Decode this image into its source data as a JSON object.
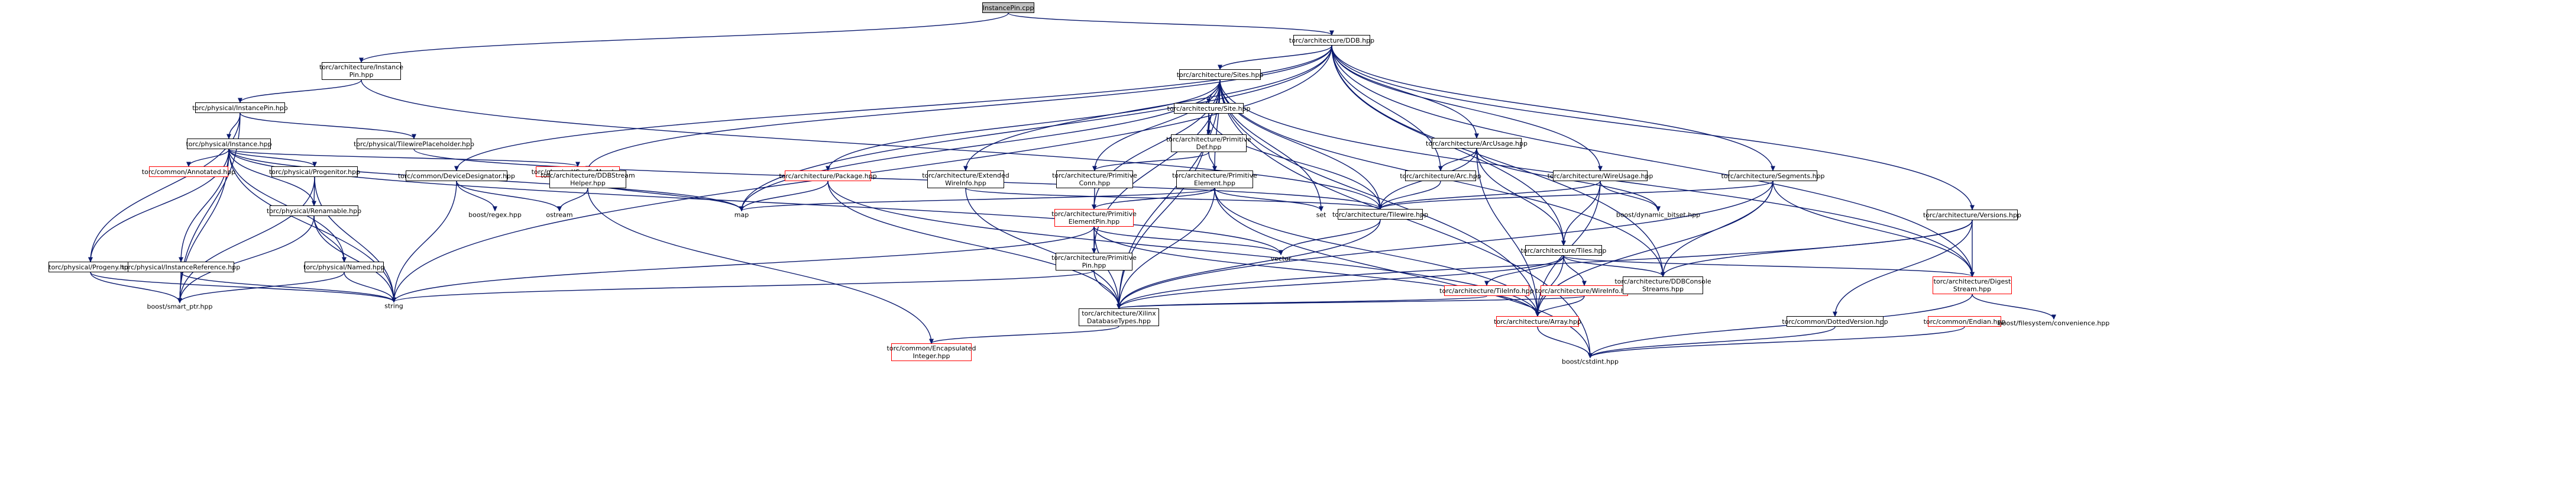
{
  "graph": {
    "root": "InstancePin.cpp",
    "nodes": [
      {
        "id": "instancepin_cpp",
        "label": "InstancePin.cpp",
        "style": "root"
      },
      {
        "id": "ddb_hpp",
        "label": "torc/architecture/DDB.hpp",
        "style": "normal"
      },
      {
        "id": "arch_instancepin_hpp",
        "label": "torc/architecture/Instance\nPin.hpp",
        "style": "normal"
      },
      {
        "id": "sites_hpp",
        "label": "torc/architecture/Sites.hpp",
        "style": "normal"
      },
      {
        "id": "phys_instancepin_hpp",
        "label": "torc/physical/InstancePin.hpp",
        "style": "normal"
      },
      {
        "id": "site_hpp",
        "label": "torc/architecture/Site.hpp",
        "style": "normal"
      },
      {
        "id": "instance_hpp",
        "label": "torc/physical/Instance.hpp",
        "style": "normal"
      },
      {
        "id": "tilewireplaceholder_hpp",
        "label": "torc/physical/TilewirePlaceholder.hpp",
        "style": "normal"
      },
      {
        "id": "primdef_hpp",
        "label": "torc/architecture/Primitive\nDef.hpp",
        "style": "normal"
      },
      {
        "id": "arcusage_hpp",
        "label": "torc/architecture/ArcUsage.hpp",
        "style": "normal"
      },
      {
        "id": "annotated_hpp",
        "label": "torc/common/Annotated.hpp",
        "style": "red"
      },
      {
        "id": "progenitor_hpp",
        "label": "torc/physical/Progenitor.hpp",
        "style": "normal"
      },
      {
        "id": "configmap_hpp",
        "label": "torc/physical/ConfigMap.hpp",
        "style": "red"
      },
      {
        "id": "devicedesignator_hpp",
        "label": "torc/common/DeviceDesignator.hpp",
        "style": "normal"
      },
      {
        "id": "ddbstreamhelper_hpp",
        "label": "torc/architecture/DDBStream\nHelper.hpp",
        "style": "normal"
      },
      {
        "id": "package_hpp",
        "label": "torc/architecture/Package.hpp",
        "style": "red"
      },
      {
        "id": "extwireinfo_hpp",
        "label": "torc/architecture/Extended\nWireInfo.hpp",
        "style": "normal"
      },
      {
        "id": "primconn_hpp",
        "label": "torc/architecture/Primitive\nConn.hpp",
        "style": "normal"
      },
      {
        "id": "primelement_hpp",
        "label": "torc/architecture/Primitive\nElement.hpp",
        "style": "normal"
      },
      {
        "id": "arc_hpp",
        "label": "torc/architecture/Arc.hpp",
        "style": "normal"
      },
      {
        "id": "wireusage_hpp",
        "label": "torc/architecture/WireUsage.hpp",
        "style": "normal"
      },
      {
        "id": "segments_hpp",
        "label": "torc/architecture/Segments.hpp",
        "style": "normal"
      },
      {
        "id": "versions_hpp",
        "label": "torc/architecture/Versions.hpp",
        "style": "normal"
      },
      {
        "id": "renamable_hpp",
        "label": "torc/physical/Renamable.hpp",
        "style": "normal"
      },
      {
        "id": "primelementpin_hpp",
        "label": "torc/architecture/Primitive\nElementPin.hpp",
        "style": "red"
      },
      {
        "id": "tilewire_hpp",
        "label": "torc/architecture/Tilewire.hpp",
        "style": "normal"
      },
      {
        "id": "tiles_hpp",
        "label": "torc/architecture/Tiles.hpp",
        "style": "normal"
      },
      {
        "id": "progeny_hpp",
        "label": "torc/physical/Progeny.hpp",
        "style": "normal"
      },
      {
        "id": "instancereference_hpp",
        "label": "torc/physical/InstanceReference.hpp",
        "style": "normal"
      },
      {
        "id": "named_hpp",
        "label": "torc/physical/Named.hpp",
        "style": "normal"
      },
      {
        "id": "primpin_hpp",
        "label": "torc/architecture/Primitive\nPin.hpp",
        "style": "normal"
      },
      {
        "id": "tileinfo_hpp",
        "label": "torc/architecture/TileInfo.hpp",
        "style": "red"
      },
      {
        "id": "wireinfo_hpp",
        "label": "torc/architecture/WireInfo.hpp",
        "style": "red"
      },
      {
        "id": "ddbconsolestreams_hpp",
        "label": "torc/architecture/DDBConsole\nStreams.hpp",
        "style": "normal"
      },
      {
        "id": "digeststream_hpp",
        "label": "torc/architecture/Digest\nStream.hpp",
        "style": "red"
      },
      {
        "id": "xilinxdbtypes_hpp",
        "label": "torc/architecture/Xilinx\nDatabaseTypes.hpp",
        "style": "normal"
      },
      {
        "id": "array_hpp",
        "label": "torc/architecture/Array.hpp",
        "style": "red"
      },
      {
        "id": "dottedversion_hpp",
        "label": "torc/common/DottedVersion.hpp",
        "style": "normal"
      },
      {
        "id": "endian_hpp",
        "label": "torc/common/Endian.hpp",
        "style": "red"
      },
      {
        "id": "encapint_hpp",
        "label": "torc/common/Encapsulated\nInteger.hpp",
        "style": "red"
      },
      {
        "id": "map",
        "label": "map",
        "style": "plain"
      },
      {
        "id": "set",
        "label": "set",
        "style": "plain"
      },
      {
        "id": "vector",
        "label": "vector",
        "style": "plain"
      },
      {
        "id": "string",
        "label": "string",
        "style": "plain"
      },
      {
        "id": "ostream",
        "label": "ostream",
        "style": "plain"
      },
      {
        "id": "boost_regex",
        "label": "boost/regex.hpp",
        "style": "plain"
      },
      {
        "id": "boost_dynbitset",
        "label": "boost/dynamic_bitset.hpp",
        "style": "plain"
      },
      {
        "id": "boost_smartptr",
        "label": "boost/smart_ptr.hpp",
        "style": "plain"
      },
      {
        "id": "boost_cstdint",
        "label": "boost/cstdint.hpp",
        "style": "plain"
      },
      {
        "id": "boost_fsconv",
        "label": "boost/filesystem/convenience.hpp",
        "style": "plain"
      }
    ],
    "edges": [
      [
        "instancepin_cpp",
        "ddb_hpp"
      ],
      [
        "instancepin_cpp",
        "arch_instancepin_hpp"
      ],
      [
        "ddb_hpp",
        "sites_hpp"
      ],
      [
        "ddb_hpp",
        "devicedesignator_hpp"
      ],
      [
        "ddb_hpp",
        "ddbstreamhelper_hpp"
      ],
      [
        "ddb_hpp",
        "extwireinfo_hpp"
      ],
      [
        "ddb_hpp",
        "arcusage_hpp"
      ],
      [
        "ddb_hpp",
        "wireusage_hpp"
      ],
      [
        "ddb_hpp",
        "segments_hpp"
      ],
      [
        "ddb_hpp",
        "versions_hpp"
      ],
      [
        "ddb_hpp",
        "tiles_hpp"
      ],
      [
        "ddb_hpp",
        "arc_hpp"
      ],
      [
        "ddb_hpp",
        "ddbconsolestreams_hpp"
      ],
      [
        "ddb_hpp",
        "digeststream_hpp"
      ],
      [
        "ddb_hpp",
        "map"
      ],
      [
        "ddb_hpp",
        "string"
      ],
      [
        "arch_instancepin_hpp",
        "phys_instancepin_hpp"
      ],
      [
        "arch_instancepin_hpp",
        "tilewire_hpp"
      ],
      [
        "sites_hpp",
        "site_hpp"
      ],
      [
        "sites_hpp",
        "primdef_hpp"
      ],
      [
        "sites_hpp",
        "primconn_hpp"
      ],
      [
        "sites_hpp",
        "primelement_hpp"
      ],
      [
        "sites_hpp",
        "primelementpin_hpp"
      ],
      [
        "sites_hpp",
        "primpin_hpp"
      ],
      [
        "sites_hpp",
        "package_hpp"
      ],
      [
        "sites_hpp",
        "tilewire_hpp"
      ],
      [
        "sites_hpp",
        "xilinxdbtypes_hpp"
      ],
      [
        "sites_hpp",
        "array_hpp"
      ],
      [
        "sites_hpp",
        "ddbconsolestreams_hpp"
      ],
      [
        "sites_hpp",
        "digeststream_hpp"
      ],
      [
        "sites_hpp",
        "map"
      ],
      [
        "sites_hpp",
        "set"
      ],
      [
        "sites_hpp",
        "boost_cstdint"
      ],
      [
        "phys_instancepin_hpp",
        "instance_hpp"
      ],
      [
        "phys_instancepin_hpp",
        "tilewireplaceholder_hpp"
      ],
      [
        "phys_instancepin_hpp",
        "progeny_hpp"
      ],
      [
        "phys_instancepin_hpp",
        "boost_smartptr"
      ],
      [
        "site_hpp",
        "primdef_hpp"
      ],
      [
        "site_hpp",
        "tilewire_hpp"
      ],
      [
        "site_hpp",
        "xilinxdbtypes_hpp"
      ],
      [
        "instance_hpp",
        "annotated_hpp"
      ],
      [
        "instance_hpp",
        "progenitor_hpp"
      ],
      [
        "instance_hpp",
        "configmap_hpp"
      ],
      [
        "instance_hpp",
        "renamable_hpp"
      ],
      [
        "instance_hpp",
        "named_hpp"
      ],
      [
        "instance_hpp",
        "progeny_hpp"
      ],
      [
        "instance_hpp",
        "instancereference_hpp"
      ],
      [
        "instance_hpp",
        "map"
      ],
      [
        "instance_hpp",
        "vector"
      ],
      [
        "instance_hpp",
        "string"
      ],
      [
        "instance_hpp",
        "boost_smartptr"
      ],
      [
        "tilewireplaceholder_hpp",
        "tilewire_hpp"
      ],
      [
        "primdef_hpp",
        "primconn_hpp"
      ],
      [
        "primdef_hpp",
        "primelement_hpp"
      ],
      [
        "arcusage_hpp",
        "arc_hpp"
      ],
      [
        "arcusage_hpp",
        "tiles_hpp"
      ],
      [
        "arcusage_hpp",
        "tilewire_hpp"
      ],
      [
        "arcusage_hpp",
        "boost_dynbitset"
      ],
      [
        "arcusage_hpp",
        "array_hpp"
      ],
      [
        "progenitor_hpp",
        "renamable_hpp"
      ],
      [
        "progenitor_hpp",
        "string"
      ],
      [
        "progenitor_hpp",
        "boost_smartptr"
      ],
      [
        "configmap_hpp",
        "map"
      ],
      [
        "devicedesignator_hpp",
        "boost_regex"
      ],
      [
        "devicedesignator_hpp",
        "string"
      ],
      [
        "devicedesignator_hpp",
        "ostream"
      ],
      [
        "ddbstreamhelper_hpp",
        "encapint_hpp"
      ],
      [
        "ddbstreamhelper_hpp",
        "ostream"
      ],
      [
        "package_hpp",
        "map"
      ],
      [
        "package_hpp",
        "xilinxdbtypes_hpp"
      ],
      [
        "package_hpp",
        "array_hpp"
      ],
      [
        "extwireinfo_hpp",
        "tilewire_hpp"
      ],
      [
        "extwireinfo_hpp",
        "xilinxdbtypes_hpp"
      ],
      [
        "primconn_hpp",
        "primelementpin_hpp"
      ],
      [
        "primelement_hpp",
        "primelementpin_hpp"
      ],
      [
        "primelement_hpp",
        "xilinxdbtypes_hpp"
      ],
      [
        "primelement_hpp",
        "array_hpp"
      ],
      [
        "primelement_hpp",
        "map"
      ],
      [
        "primelement_hpp",
        "set"
      ],
      [
        "primelement_hpp",
        "boost_cstdint"
      ],
      [
        "arc_hpp",
        "tilewire_hpp"
      ],
      [
        "wireusage_hpp",
        "tiles_hpp"
      ],
      [
        "wireusage_hpp",
        "tilewire_hpp"
      ],
      [
        "wireusage_hpp",
        "boost_dynbitset"
      ],
      [
        "wireusage_hpp",
        "array_hpp"
      ],
      [
        "segments_hpp",
        "tilewire_hpp"
      ],
      [
        "segments_hpp",
        "xilinxdbtypes_hpp"
      ],
      [
        "segments_hpp",
        "ddbconsolestreams_hpp"
      ],
      [
        "segments_hpp",
        "digeststream_hpp"
      ],
      [
        "segments_hpp",
        "array_hpp"
      ],
      [
        "versions_hpp",
        "dottedversion_hpp"
      ],
      [
        "versions_hpp",
        "ddbconsolestreams_hpp"
      ],
      [
        "versions_hpp",
        "digeststream_hpp"
      ],
      [
        "versions_hpp",
        "xilinxdbtypes_hpp"
      ],
      [
        "renamable_hpp",
        "named_hpp"
      ],
      [
        "renamable_hpp",
        "string"
      ],
      [
        "renamable_hpp",
        "boost_smartptr"
      ],
      [
        "primelementpin_hpp",
        "primpin_hpp"
      ],
      [
        "primelementpin_hpp",
        "xilinxdbtypes_hpp"
      ],
      [
        "primelementpin_hpp",
        "array_hpp"
      ],
      [
        "primelementpin_hpp",
        "vector"
      ],
      [
        "primelementpin_hpp",
        "string"
      ],
      [
        "tilewire_hpp",
        "xilinxdbtypes_hpp"
      ],
      [
        "tilewire_hpp",
        "vector"
      ],
      [
        "tiles_hpp",
        "tileinfo_hpp"
      ],
      [
        "tiles_hpp",
        "wireinfo_hpp"
      ],
      [
        "tiles_hpp",
        "ddbconsolestreams_hpp"
      ],
      [
        "tiles_hpp",
        "digeststream_hpp"
      ],
      [
        "tiles_hpp",
        "xilinxdbtypes_hpp"
      ],
      [
        "tiles_hpp",
        "array_hpp"
      ],
      [
        "progeny_hpp",
        "boost_smartptr"
      ],
      [
        "progeny_hpp",
        "string"
      ],
      [
        "instancereference_hpp",
        "boost_smartptr"
      ],
      [
        "instancereference_hpp",
        "string"
      ],
      [
        "named_hpp",
        "string"
      ],
      [
        "named_hpp",
        "boost_smartptr"
      ],
      [
        "primpin_hpp",
        "xilinxdbtypes_hpp"
      ],
      [
        "primpin_hpp",
        "string"
      ],
      [
        "tileinfo_hpp",
        "xilinxdbtypes_hpp"
      ],
      [
        "wireinfo_hpp",
        "xilinxdbtypes_hpp"
      ],
      [
        "wireinfo_hpp",
        "array_hpp"
      ],
      [
        "digeststream_hpp",
        "boost_fsconv"
      ],
      [
        "digeststream_hpp",
        "boost_cstdint"
      ],
      [
        "xilinxdbtypes_hpp",
        "encapint_hpp"
      ],
      [
        "array_hpp",
        "boost_cstdint"
      ],
      [
        "dottedversion_hpp",
        "boost_cstdint"
      ],
      [
        "endian_hpp",
        "boost_cstdint"
      ]
    ]
  },
  "colors": {
    "edge": "#0b1a6e",
    "node_border": "#000000",
    "highlight_border": "#ff0000",
    "root_fill": "#bfbfbf",
    "background": "#ffffff"
  }
}
